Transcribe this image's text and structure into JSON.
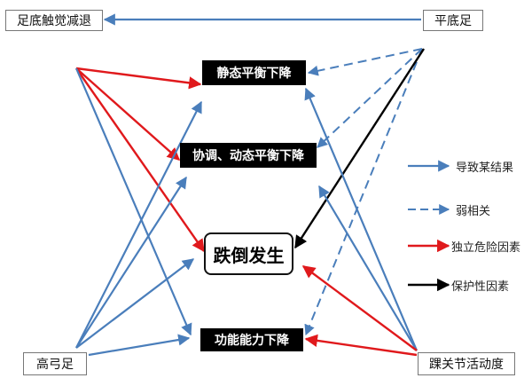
{
  "nodes": {
    "flatfoot": "平底足",
    "sole_sensation": "足底触觉减退",
    "static_balance": "静态平衡下降",
    "coordination": "协调、动态平衡下降",
    "fall": "跌倒发生",
    "function": "功能能力下降",
    "high_arch": "高弓足",
    "ankle_rom": "踝关节活动度"
  },
  "legend": {
    "cause_effect": "导致某结果",
    "weak_correlation": "弱相关",
    "independent_risk": "独立危险因素",
    "protective": "保护性因素"
  },
  "colors": {
    "cause_effect": "#4a7ebb",
    "weak_correlation": "#4a7ebb",
    "independent_risk": "#e0191c",
    "protective": "#000000"
  }
}
